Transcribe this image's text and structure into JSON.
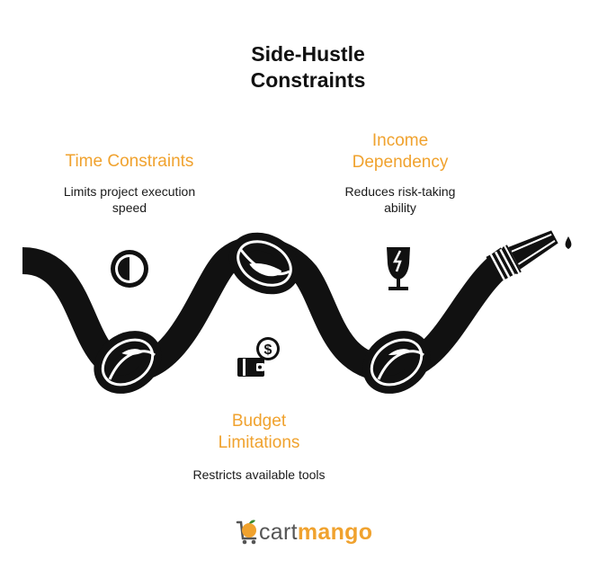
{
  "title": {
    "line1": "Side-Hustle",
    "line2": "Constraints"
  },
  "constraints": [
    {
      "heading_lines": [
        "Time Constraints"
      ],
      "description_lines": [
        "Limits project execution",
        "speed"
      ],
      "icon": "half-circle-icon"
    },
    {
      "heading_lines": [
        "Income",
        "Dependency"
      ],
      "description_lines": [
        "Reduces risk-taking",
        "ability"
      ],
      "icon": "broken-glass-icon"
    },
    {
      "heading_lines": [
        "Budget",
        "Limitations"
      ],
      "description_lines": [
        "Restricts available tools"
      ],
      "icon": "wallet-dollar-icon"
    }
  ],
  "logo": {
    "part1": "cart",
    "part2": "mango"
  },
  "colors": {
    "accent": "#f0a22e",
    "rope": "#111111",
    "logo_gray": "#555555"
  }
}
